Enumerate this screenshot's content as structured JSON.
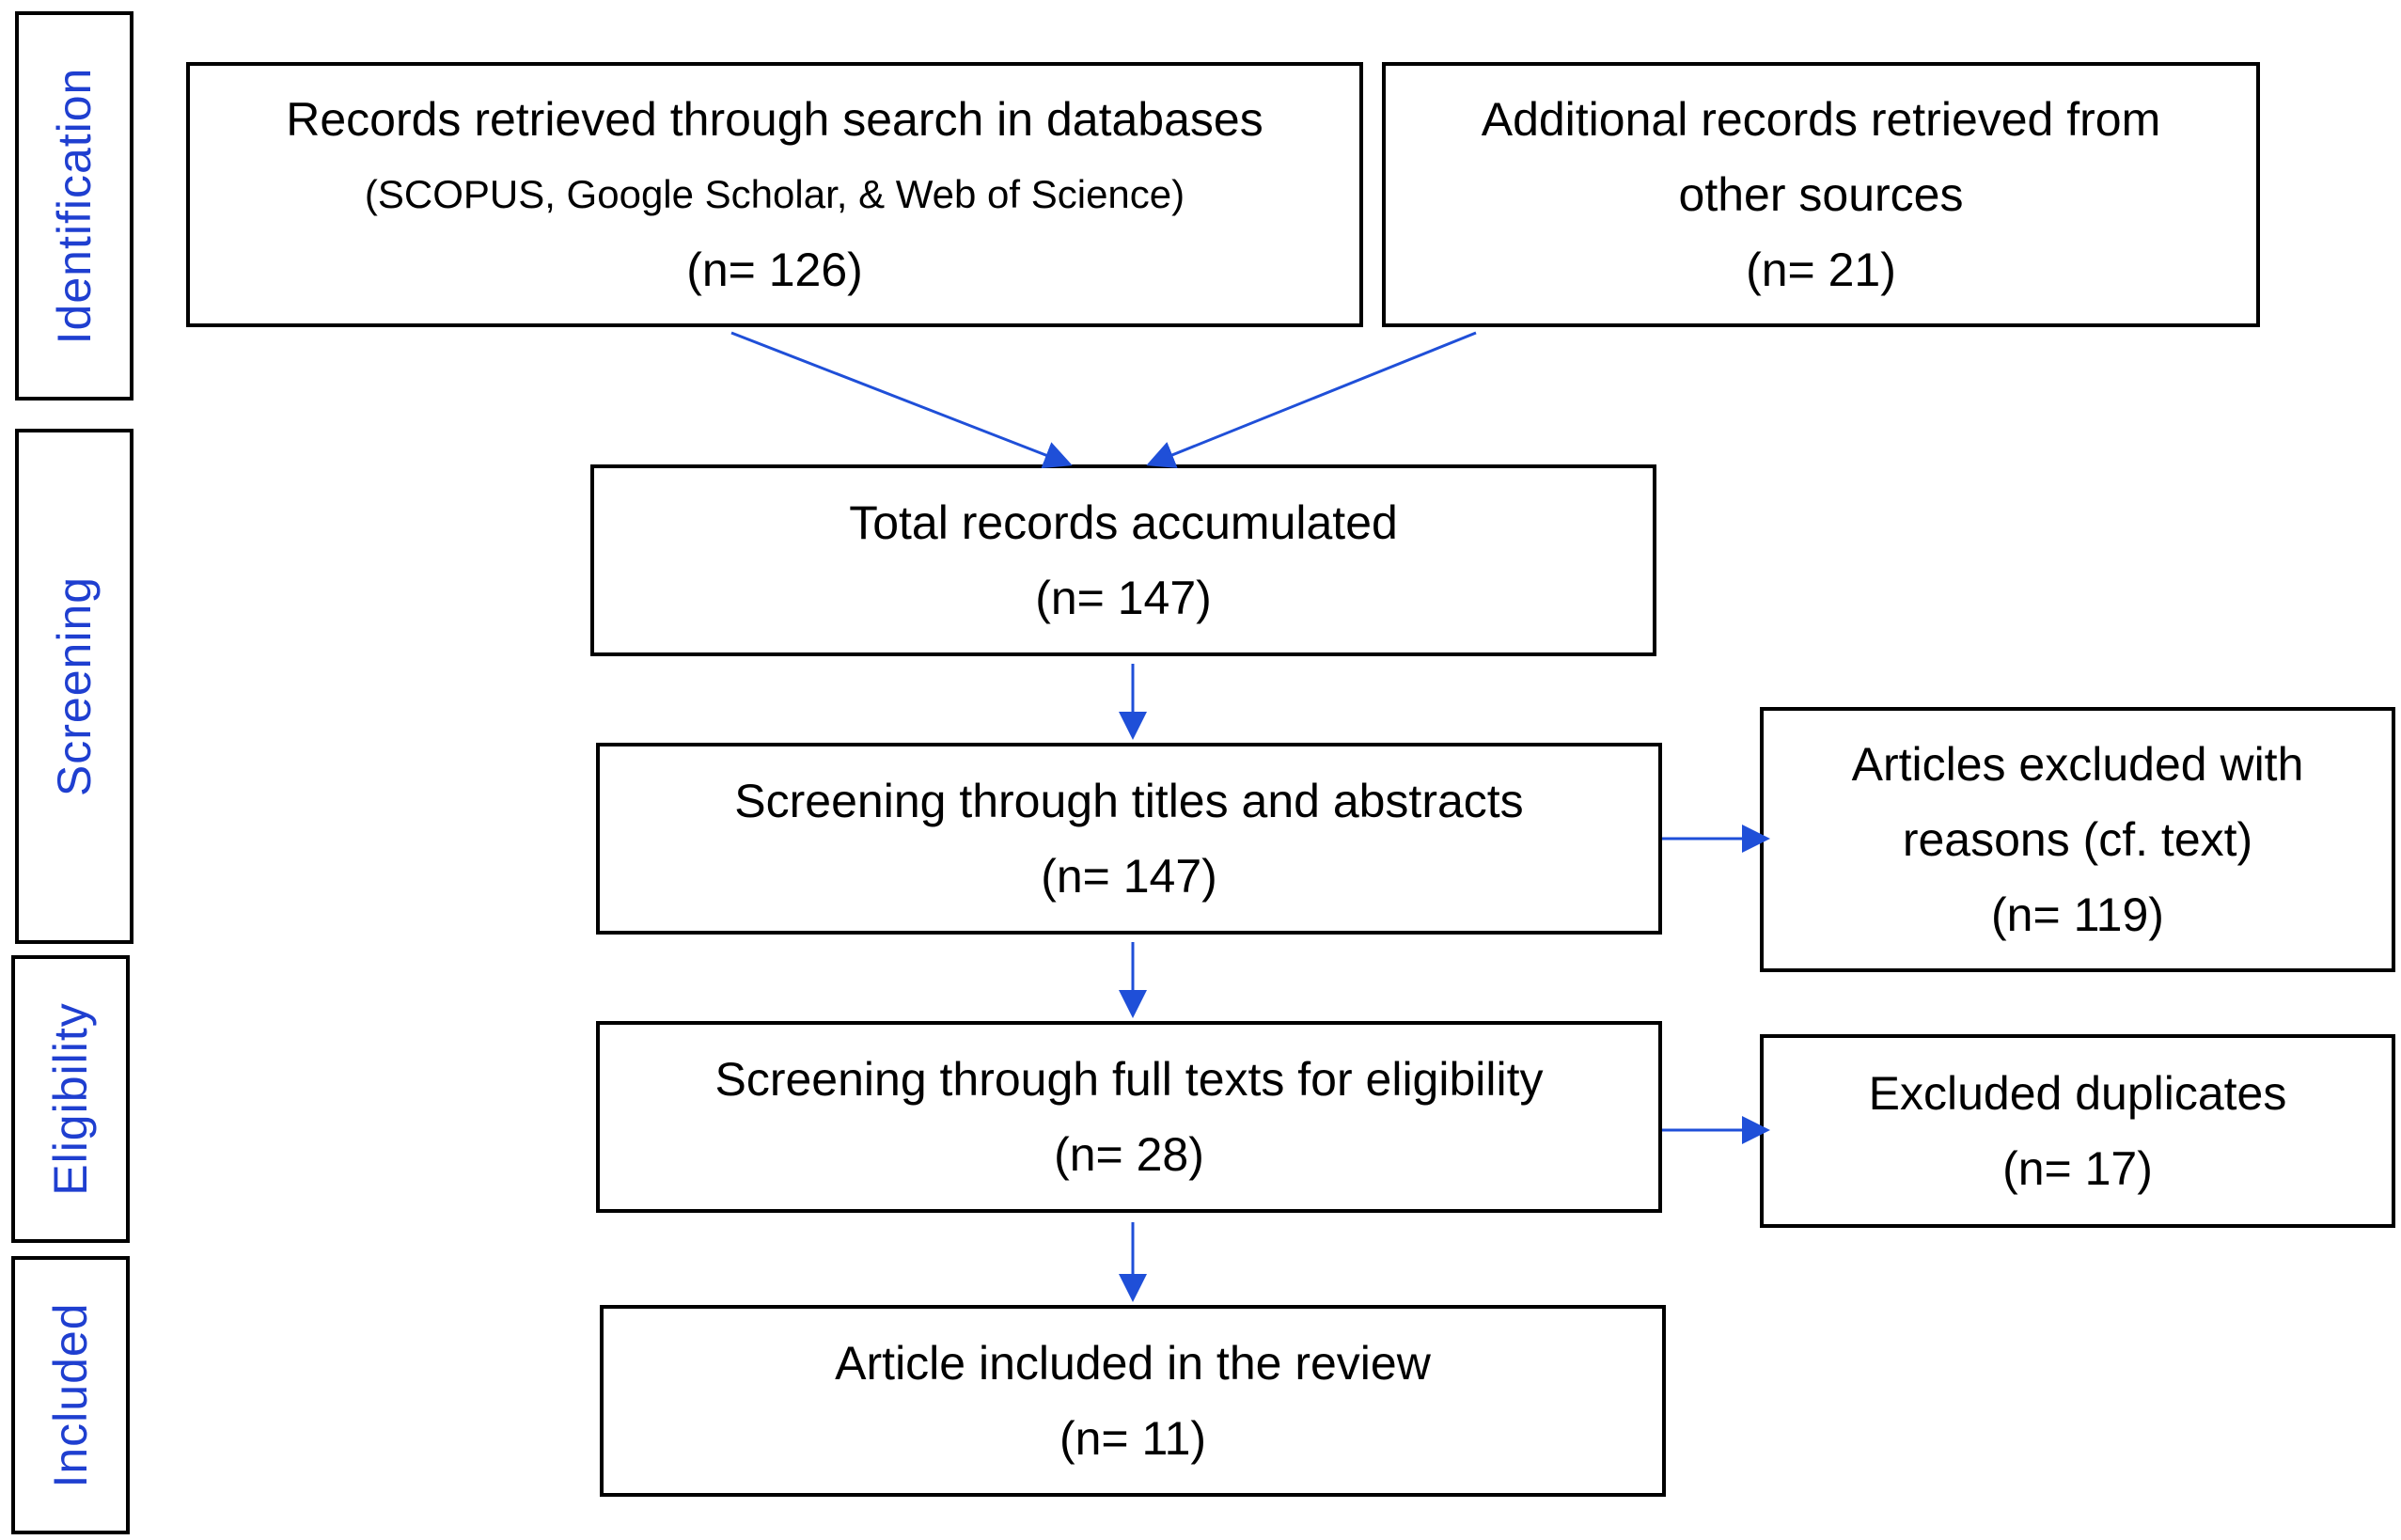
{
  "phases": {
    "identification": "Identification",
    "screening": "Screening",
    "eligibility": "Eligibility",
    "included": "Included"
  },
  "boxes": {
    "databases": {
      "line1": "Records retrieved through search in databases",
      "line2": "(SCOPUS, Google Scholar, & Web of Science)",
      "count": "(n= 126)"
    },
    "other_sources": {
      "line1": "Additional records retrieved from",
      "line2": "other sources",
      "count": "(n= 21)"
    },
    "total": {
      "line1": "Total records accumulated",
      "count": "(n= 147)"
    },
    "title_abstract": {
      "line1": "Screening through titles and abstracts",
      "count": "(n= 147)"
    },
    "excluded_reasons": {
      "line1": "Articles excluded with",
      "line2": "reasons (cf. text)",
      "count": "(n= 119)"
    },
    "full_text": {
      "line1": "Screening through full texts for eligibility",
      "count": "(n= 28)"
    },
    "excluded_duplicates": {
      "line1": "Excluded duplicates",
      "count": "(n= 17)"
    },
    "included": {
      "line1": "Article included in the review",
      "count": "(n= 11)"
    }
  },
  "colors": {
    "arrow": "#1f4fd8",
    "phase_text": "#1f3fd0",
    "border": "#000000"
  }
}
